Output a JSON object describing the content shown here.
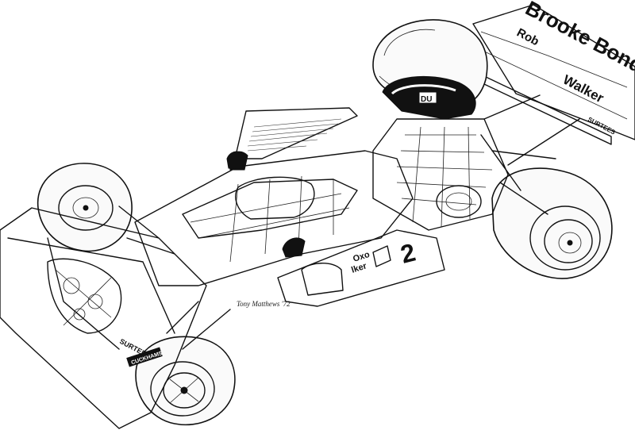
{
  "image": {
    "wing_sponsor_line1": "Brooke Bond Oxo",
    "wing_sponsor_line2a": "Rob",
    "wing_sponsor_line2b": "Walker",
    "wing_brand": "SURTEES",
    "sidepod_brand_a": "Oxo",
    "sidepod_brand_b": "lker",
    "sidepod_number": "2",
    "nose_brand": "SURTEES",
    "nose_sponsor": "CUCKHAMS",
    "airbox_label": "DU",
    "artist_signature": "Tony Matthews '72"
  }
}
